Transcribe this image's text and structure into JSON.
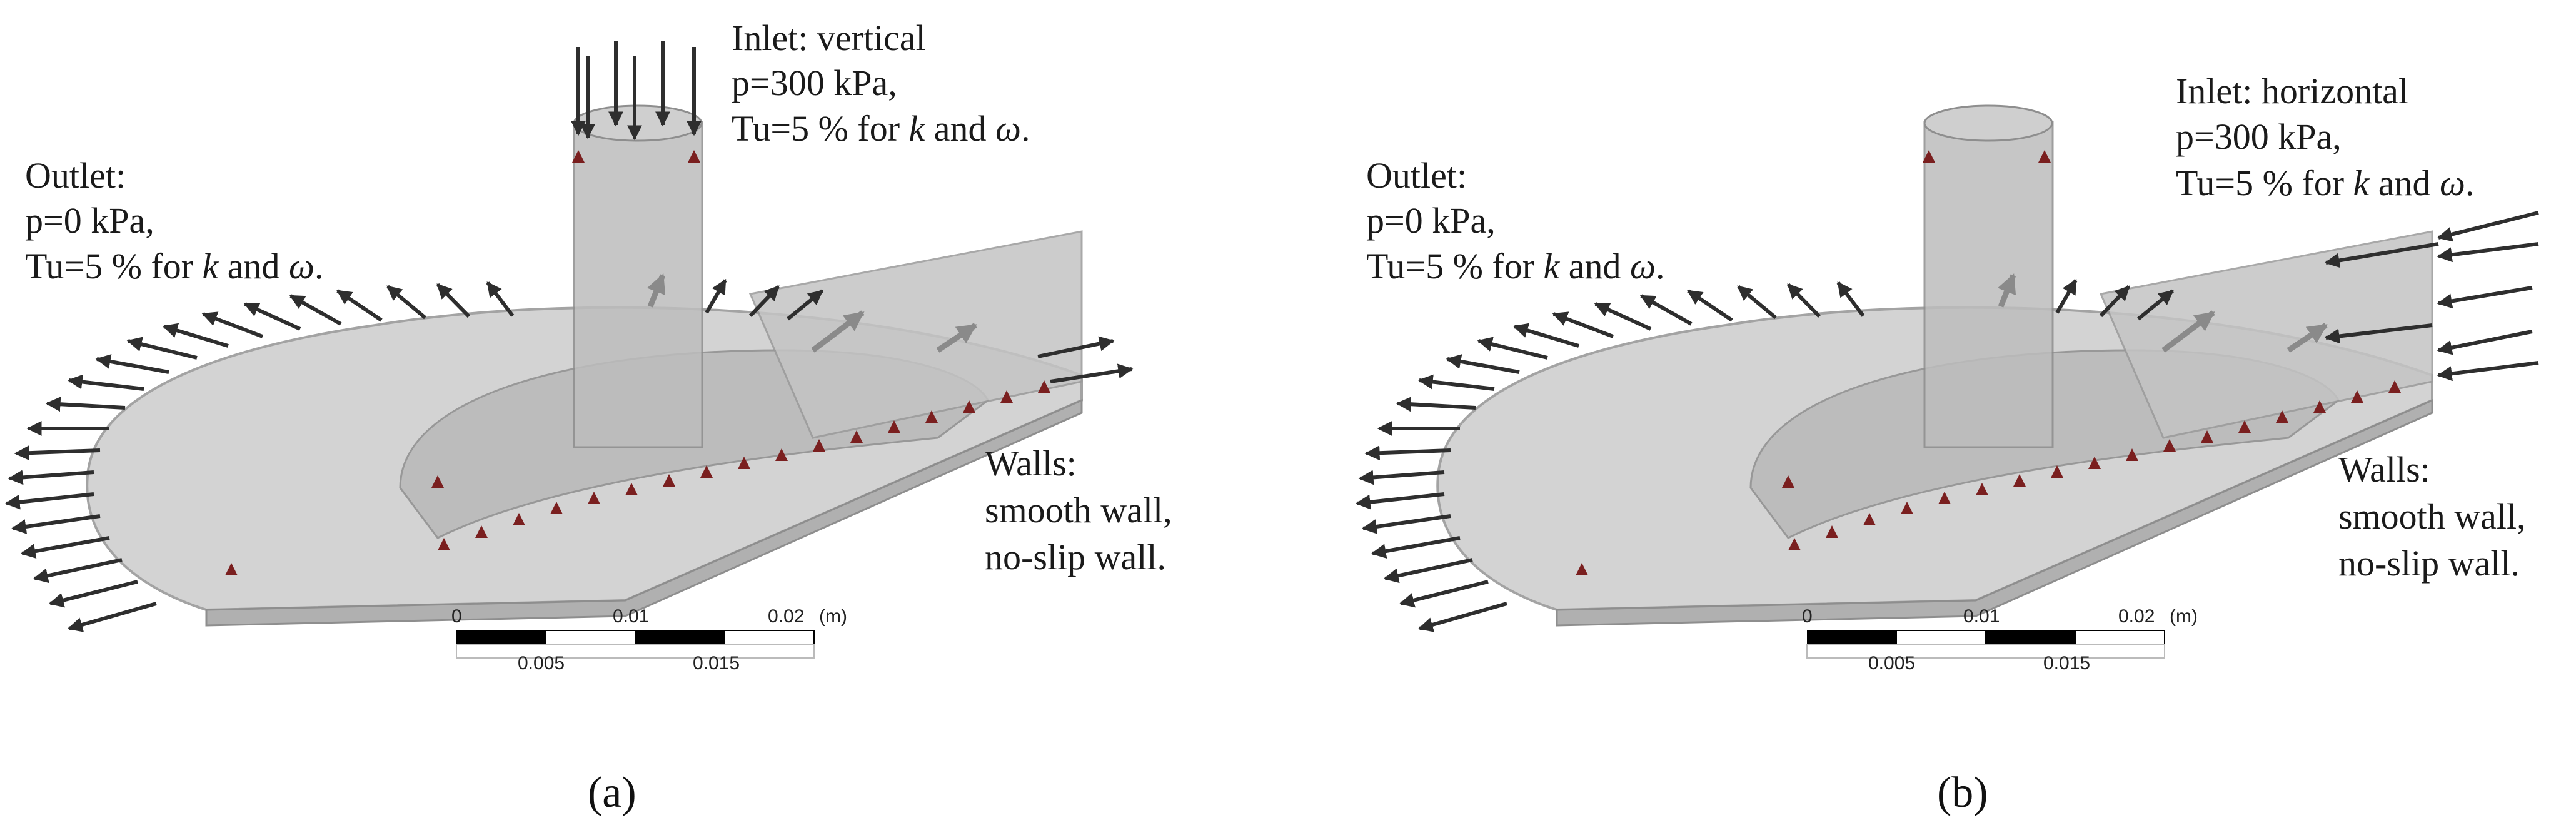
{
  "panels": [
    {
      "id": "a",
      "caption": "(a)",
      "inlet": {
        "title": "Inlet: vertical",
        "line2": "p=300 kPa,",
        "line3_pre": "Tu=5 % for ",
        "k": "k",
        "and": " and ",
        "omega": "ω",
        "end": "."
      },
      "outlet": {
        "title": "Outlet:",
        "line2": "p=0 kPa,",
        "line3_pre": "Tu=5 % for ",
        "k": "k",
        "and": " and ",
        "omega": "ω",
        "end": "."
      },
      "walls": {
        "title": "Walls:",
        "line2": "smooth wall,",
        "line3": "no-slip wall."
      },
      "scale": {
        "ticks_top": [
          "0",
          "0.01",
          "0.02"
        ],
        "ticks_bottom": [
          "0.005",
          "0.015"
        ],
        "unit": "(m)"
      }
    },
    {
      "id": "b",
      "caption": "(b)",
      "inlet": {
        "title": "Inlet: horizontal",
        "line2": "p=300 kPa,",
        "line3_pre": "Tu=5 % for ",
        "k": "k",
        "and": " and ",
        "omega": "ω",
        "end": "."
      },
      "outlet": {
        "title": "Outlet:",
        "line2": "p=0 kPa,",
        "line3_pre": "Tu=5 % for ",
        "k": "k",
        "and": " and ",
        "omega": "ω",
        "end": "."
      },
      "walls": {
        "title": "Walls:",
        "line2": "smooth wall,",
        "line3": "no-slip wall."
      },
      "scale": {
        "ticks_top": [
          "0",
          "0.01",
          "0.02"
        ],
        "ticks_bottom": [
          "0.005",
          "0.015"
        ],
        "unit": "(m)"
      }
    }
  ],
  "colors": {
    "geometry_fill": "#c9c9c9",
    "geometry_edge": "#9a9a9a",
    "arrow": "#2e2e2e",
    "wall_marker": "#7a1f1f"
  }
}
